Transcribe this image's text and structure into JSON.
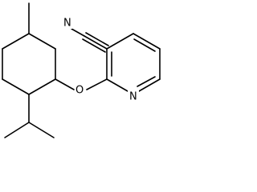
{
  "molecule": {
    "type": "skeletal-structure",
    "atom_labels": {
      "nitrile_n": "N",
      "ether_o": "O",
      "ring_n": "N"
    }
  }
}
